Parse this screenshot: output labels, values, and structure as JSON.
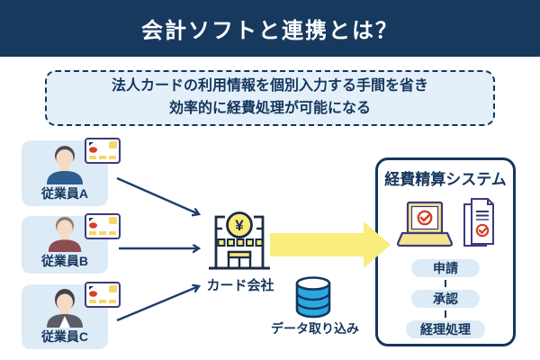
{
  "header": {
    "title": "会計ソフトと連携とは？"
  },
  "summary": {
    "line1": "法人カードの利用情報を個別入力する手間を省き",
    "line2": "効率的に経費処理が可能になる"
  },
  "employees": [
    {
      "label": "従業員A"
    },
    {
      "label": "従業員B"
    },
    {
      "label": "従業員C"
    }
  ],
  "card_company": {
    "label": "カード会社",
    "yen_symbol": "¥"
  },
  "data_import": {
    "label": "データ取り込み"
  },
  "expense_system": {
    "title": "経費精算システム",
    "steps": [
      {
        "label": "申請"
      },
      {
        "label": "承認"
      },
      {
        "label": "経理処理"
      }
    ]
  },
  "icons": {
    "person_icon": "person-icon",
    "credit_card_icon": "credit-card-icon",
    "bank_building_icon": "bank-building-icon",
    "flow_arrow_icon": "flow-arrow-icon",
    "big_arrow_icon": "big-arrow-icon",
    "database_icon": "database-icon",
    "laptop_check_icon": "laptop-check-icon",
    "documents_check_icon": "documents-check-icon"
  },
  "colors": {
    "navy": "#17395e",
    "light_blue": "#dcebf6",
    "pale_blue": "#e3eff9",
    "yellow": "#f9ee7d",
    "building_yellow": "#fbe97a",
    "cyan": "#2aa9e0",
    "red": "#d6402c",
    "purple_outline": "#3d3a7d",
    "skin": "#f5dbc4",
    "shirt_a": "#2c5e8f",
    "shirt_b": "#8d4b52",
    "jacket_c": "#5c5b66"
  }
}
